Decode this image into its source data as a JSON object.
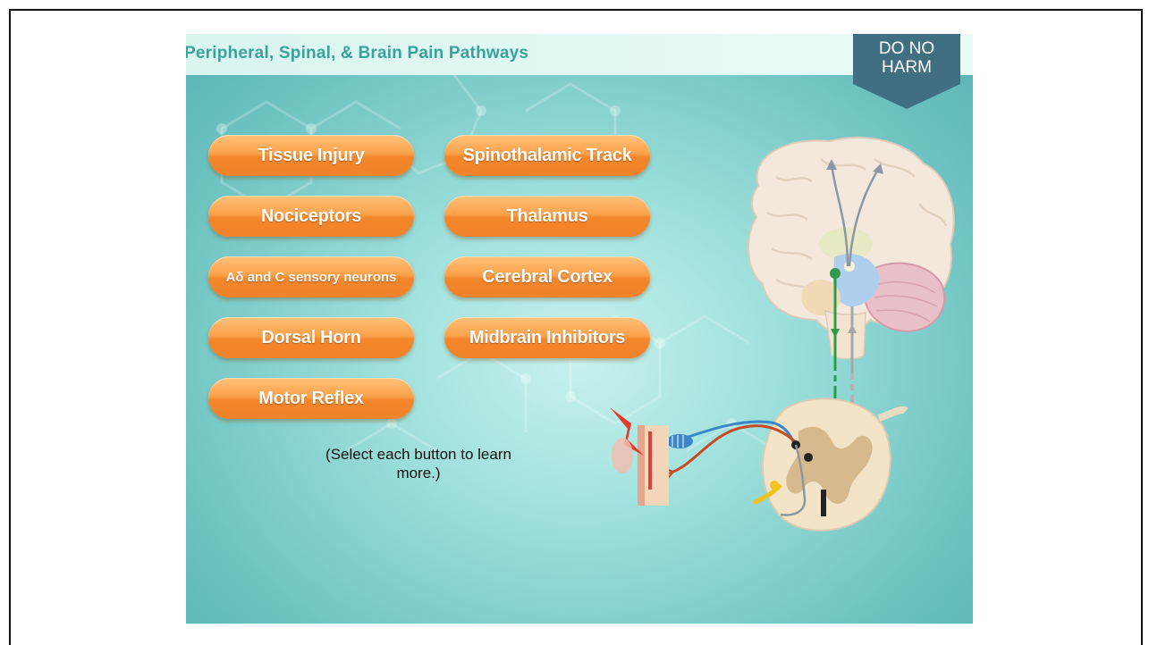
{
  "slide": {
    "title": "Peripheral, Spinal, & Brain Pain Pathways",
    "badge": "DO NO HARM",
    "badge_color": "#3f6f80",
    "title_color": "#3aa39a",
    "button_color": "#f8953a"
  },
  "buttons_left": [
    {
      "label": "Tissue Injury"
    },
    {
      "label": "Nociceptors"
    },
    {
      "label": "Aδ and C sensory neurons"
    },
    {
      "label": "Dorsal Horn"
    },
    {
      "label": "Motor Reflex"
    }
  ],
  "buttons_right": [
    {
      "label": "Spinothalamic Track"
    },
    {
      "label": "Thalamus"
    },
    {
      "label": "Cerebral Cortex"
    },
    {
      "label": "Midbrain Inhibitors"
    }
  ],
  "hint": "(Select each button to learn more.)"
}
